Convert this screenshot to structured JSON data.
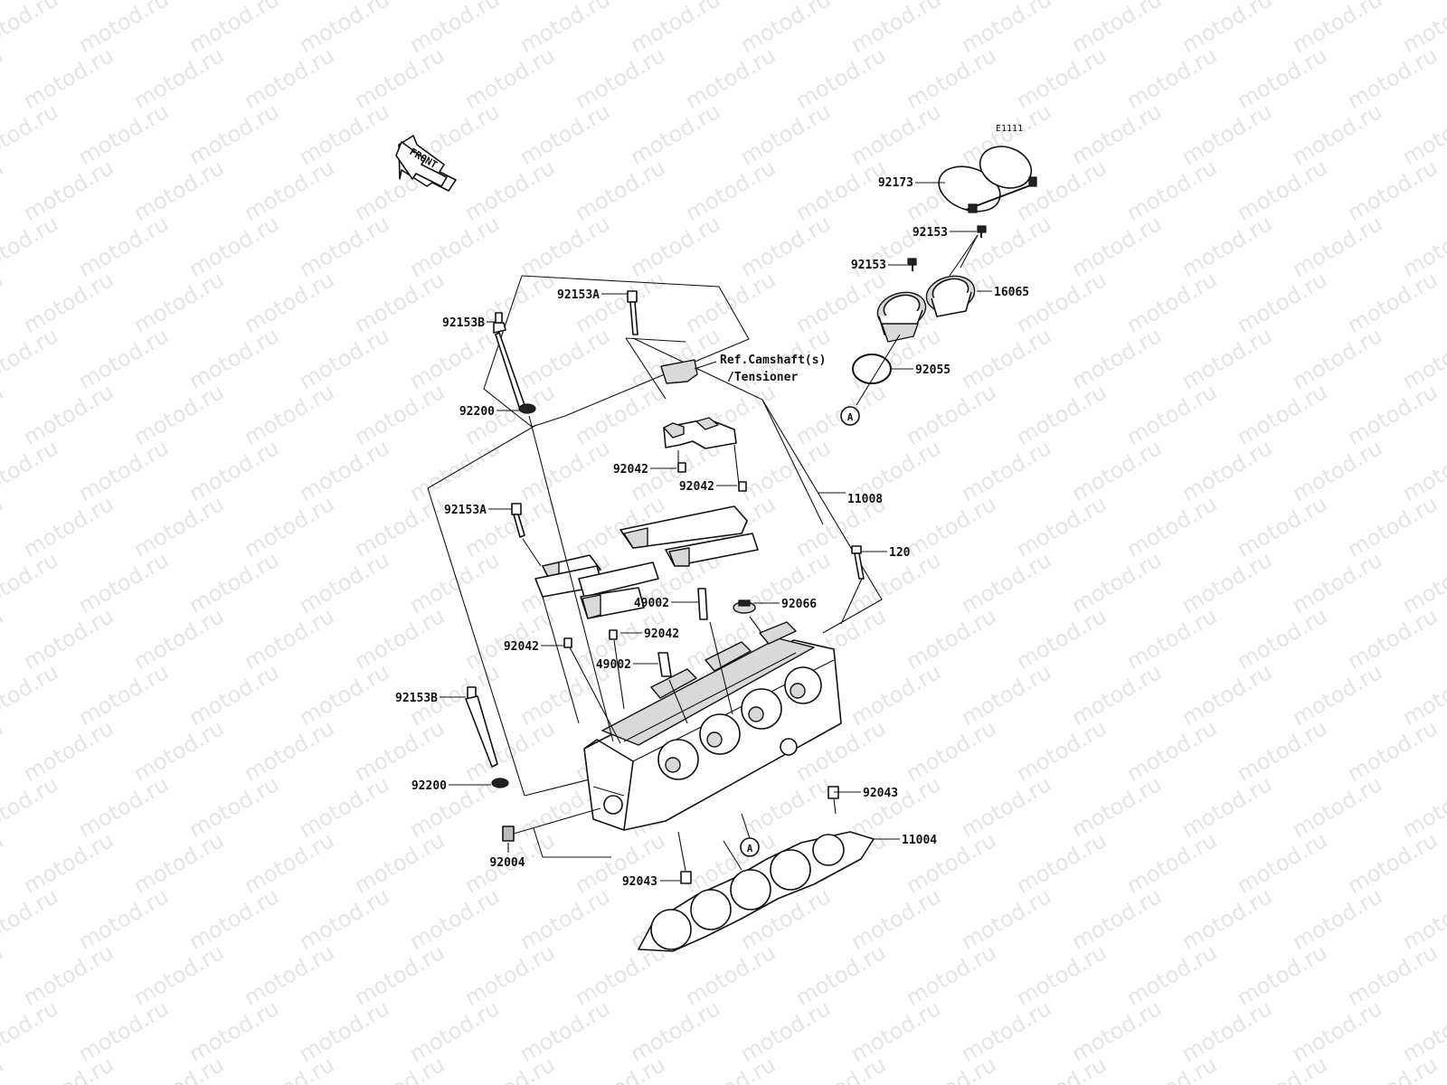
{
  "diagram": {
    "figure_code": "E1111",
    "front_arrow_label": "FRONT",
    "reference_note_line1": "Ref.Camshaft(s)",
    "reference_note_line2": "/Tensioner",
    "reference_marker": "A",
    "watermark_text": "motod.ru",
    "part_labels": {
      "p92173": "92173",
      "p92153_top": "92153",
      "p92153_mid": "92153",
      "p16065": "16065",
      "p92055": "92055",
      "p92153A_top": "92153A",
      "p92153B_top": "92153B",
      "p92200_top": "92200",
      "p92042_a": "92042",
      "p92042_b": "92042",
      "p11008": "11008",
      "p92153A_mid": "92153A",
      "p120": "120",
      "p49002_a": "49002",
      "p92066": "92066",
      "p92042_c": "92042",
      "p92042_d": "92042",
      "p49002_b": "49002",
      "p92153B_bot": "92153B",
      "p92043_right": "92043",
      "p92200_bot": "92200",
      "p11004": "11004",
      "p92004": "92004",
      "p92043_bot": "92043"
    }
  }
}
